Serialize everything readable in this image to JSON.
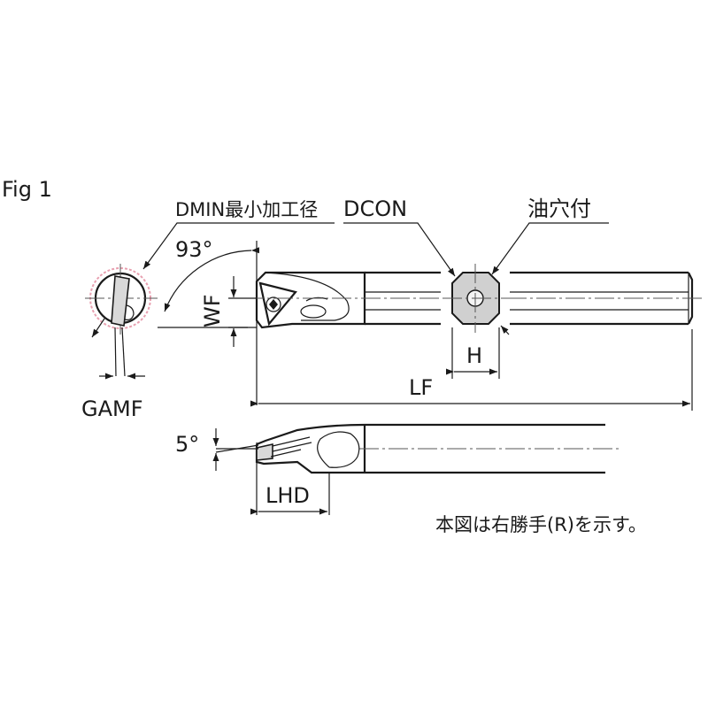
{
  "figure": {
    "label": "Fig 1"
  },
  "labels": {
    "dmin": "DMIN最小加工径",
    "dcon": "DCON",
    "oil_hole": "油穴付",
    "angle_93": "93°",
    "wf": "WF",
    "h": "H",
    "lf": "LF",
    "gamf": "GAMF",
    "angle_5": "5°",
    "lhd": "LHD"
  },
  "note": "本図は右勝手(R)を示す。",
  "colors": {
    "line": "#1a1a1a",
    "shade": "#d9d9d9",
    "dmin_circle": "#e8a0b0"
  }
}
